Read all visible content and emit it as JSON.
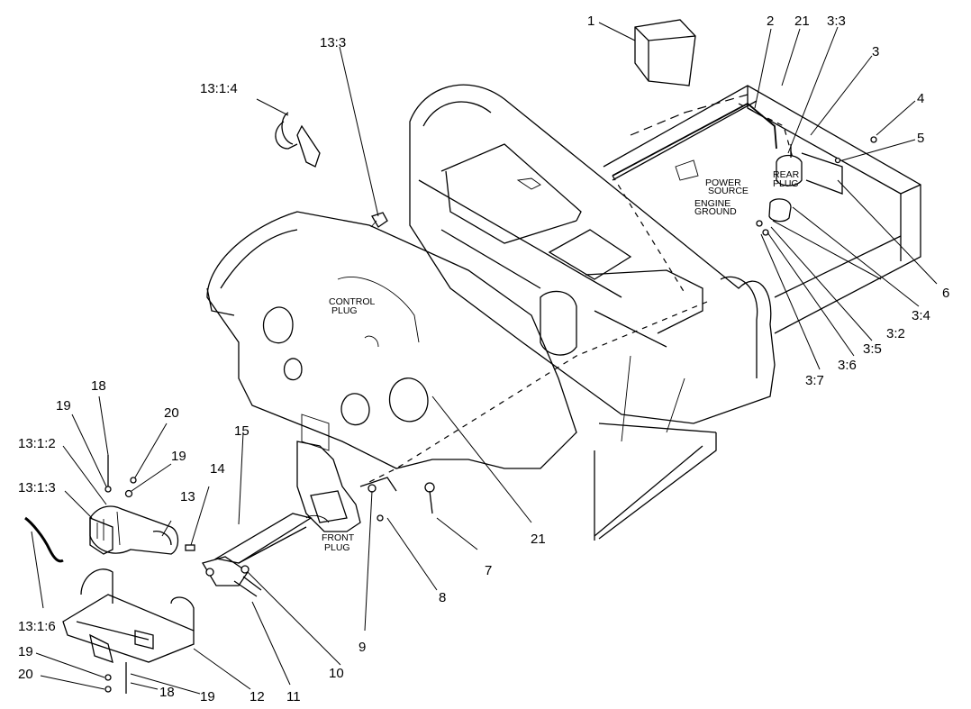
{
  "callouts": {
    "c1": "1",
    "c2": "2",
    "c21_top": "21",
    "c3_3": "3:3",
    "c3": "3",
    "c4": "4",
    "c5": "5",
    "c6": "6",
    "c3_4": "3:4",
    "c3_2": "3:2",
    "c3_5": "3:5",
    "c3_6": "3:6",
    "c3_7": "3:7",
    "c13_3": "13:3",
    "c13_1_4": "13:1:4",
    "c21_mid": "21",
    "c7": "7",
    "c8": "8",
    "c9": "9",
    "c10": "10",
    "c11": "11",
    "c12": "12",
    "c13": "13",
    "c14": "14",
    "c15": "15",
    "c18_top": "18",
    "c18_bot": "18",
    "c19_a": "19",
    "c19_b": "19",
    "c19_c": "19",
    "c19_d": "19",
    "c20_top": "20",
    "c20_bot": "20",
    "c13_1_2": "13:1:2",
    "c13_1_3": "13:1:3",
    "c13_1_6": "13:1:6"
  },
  "notes": {
    "control_plug_1": "CONTROL",
    "control_plug_2": "PLUG",
    "front_plug_1": "FRONT",
    "front_plug_2": "PLUG",
    "rear_plug_1": "REAR",
    "rear_plug_2": "PLUG",
    "power_source_1": "POWER",
    "power_source_2": "SOURCE",
    "engine_ground_1": "ENGINE",
    "engine_ground_2": "GROUND"
  }
}
